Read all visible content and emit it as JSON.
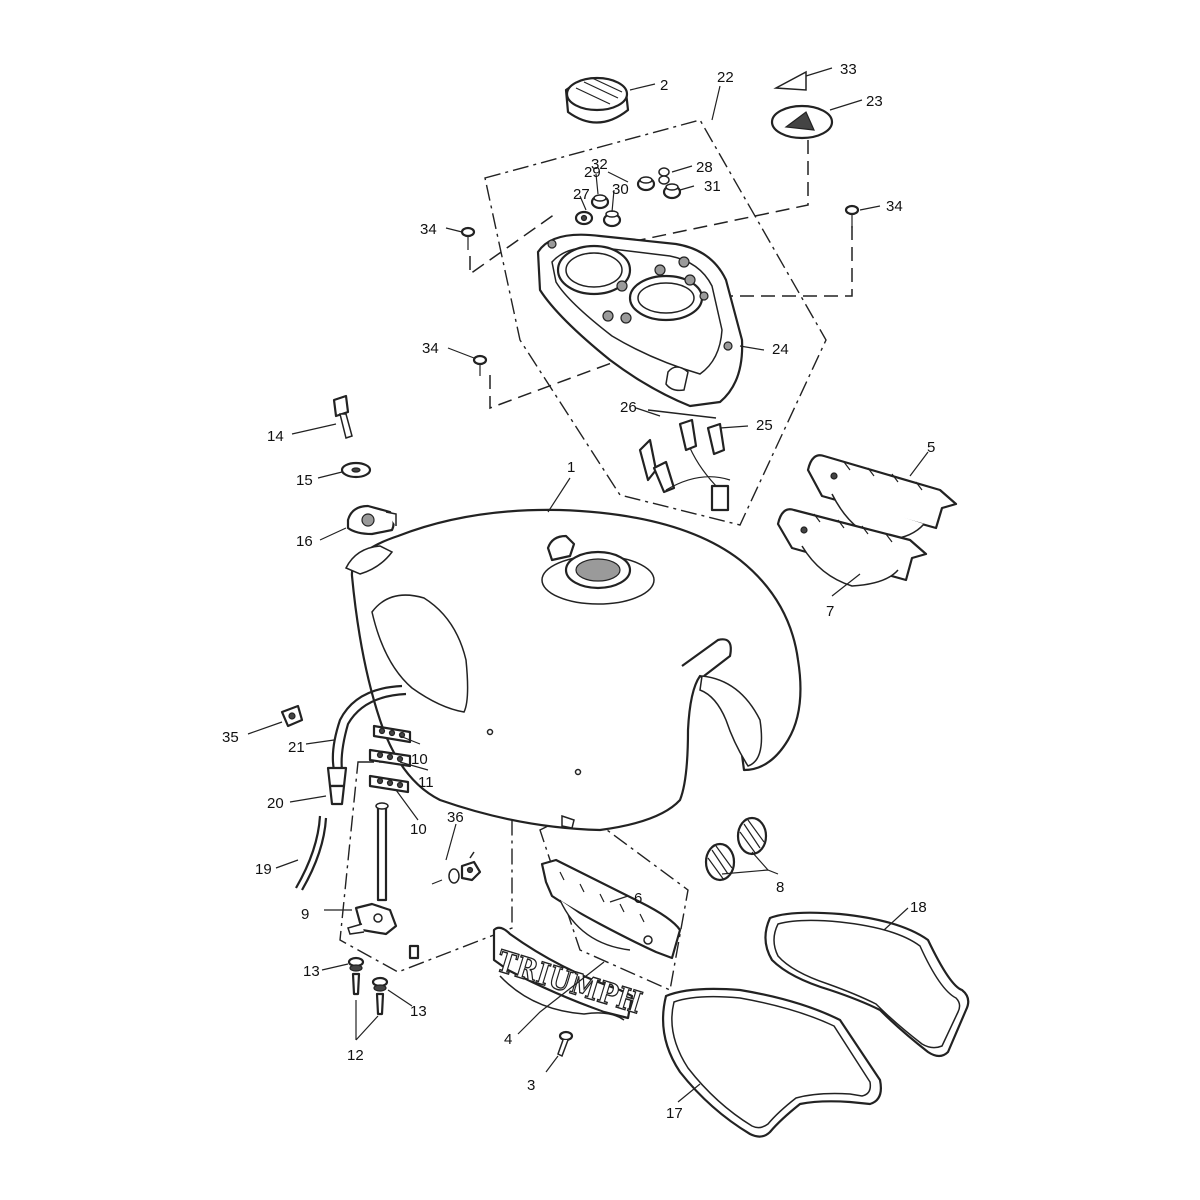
{
  "diagram": {
    "brand_text": "TRIUMPH",
    "callouts": {
      "c1": "1",
      "c2": "2",
      "c3": "3",
      "c4": "4",
      "c5": "5",
      "c6": "6",
      "c7": "7",
      "c8": "8",
      "c9": "9",
      "c10a": "10",
      "c10b": "10",
      "c11": "11",
      "c12": "12",
      "c13a": "13",
      "c13b": "13",
      "c14": "14",
      "c15": "15",
      "c16": "16",
      "c17": "17",
      "c18": "18",
      "c19": "19",
      "c20": "20",
      "c21": "21",
      "c22": "22",
      "c23": "23",
      "c24": "24",
      "c25": "25",
      "c26": "26",
      "c27": "27",
      "c28": "28",
      "c29": "29",
      "c30": "30",
      "c31": "31",
      "c32": "32",
      "c33": "33",
      "c34a": "34",
      "c34b": "34",
      "c34c": "34",
      "c35": "35",
      "c36": "36"
    }
  }
}
